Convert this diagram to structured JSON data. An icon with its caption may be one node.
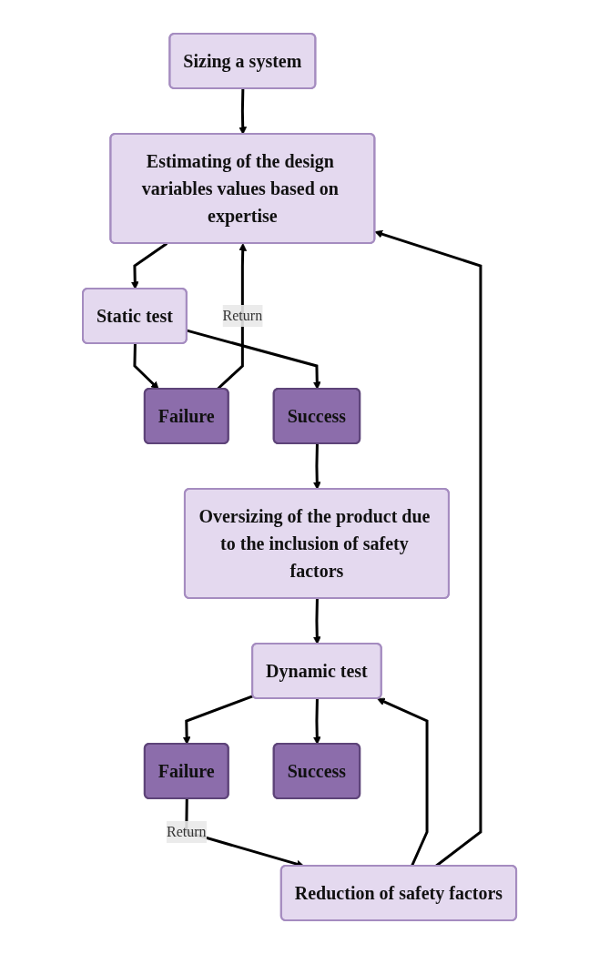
{
  "diagram": {
    "nodes": [
      {
        "text": [
          "Sizing a system"
        ]
      },
      {
        "text": [
          "Estimating of the design variables values based on expertise"
        ]
      },
      {
        "text": [
          "Static test"
        ]
      },
      {
        "text": [
          "Failure"
        ]
      },
      {
        "text": [
          "Success"
        ]
      },
      {
        "text": [
          "Oversizing of the product due to the inclusion of safety factors"
        ]
      },
      {
        "text": [
          "Reduction of safety factors"
        ]
      },
      {
        "text": [
          "Dynamic test"
        ]
      },
      {
        "text": [
          "Failure"
        ]
      },
      {
        "text": [
          "Success"
        ]
      }
    ],
    "edges": [
      {
        "from": 0,
        "to": 1,
        "arrow": "to"
      },
      {
        "from": 1,
        "to": 2,
        "arrow": "to"
      },
      {
        "from": 2,
        "to": 3,
        "arrow": "to"
      },
      {
        "from": 2,
        "to": 4,
        "arrow": "to"
      },
      {
        "from": 3,
        "to": 1,
        "arrow": "to",
        "label": "Return"
      },
      {
        "from": 4,
        "to": 5,
        "arrow": "to"
      },
      {
        "from": 5,
        "to": 7,
        "arrow": "to"
      },
      {
        "from": 6,
        "to": 7,
        "arrow": "to"
      },
      {
        "from": 6,
        "to": 1,
        "arrow": "to"
      },
      {
        "from": 7,
        "to": 8,
        "arrow": "to"
      },
      {
        "from": 7,
        "to": 9,
        "arrow": "to"
      },
      {
        "from": 8,
        "to": 6,
        "arrow": "to",
        "label": "Return"
      }
    ]
  }
}
